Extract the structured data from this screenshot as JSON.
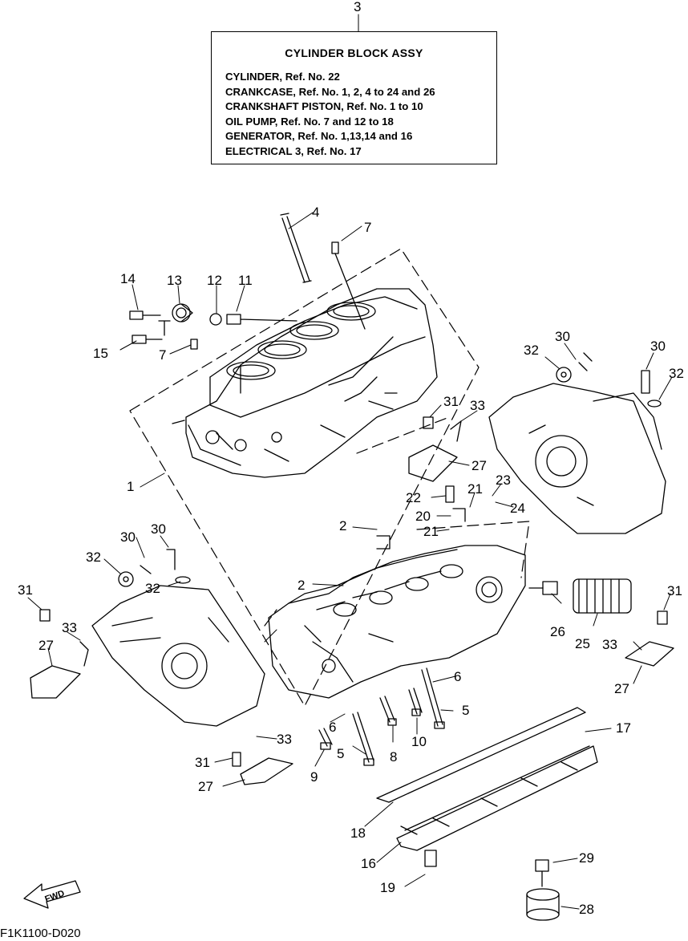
{
  "legend": {
    "title": "CYLINDER BLOCK ASSY",
    "lines": [
      "CYLINDER, Ref. No. 22",
      "CRANKCASE, Ref. No. 1, 2, 4 to 24 and 26",
      "CRANKSHAFT PISTON,  Ref. No. 1 to 10",
      "OIL PUMP, Ref. No. 7 and 12 to 18",
      "GENERATOR, Ref. No. 1,13,14 and 16",
      "ELECTRICAL 3, Ref. No. 17"
    ]
  },
  "diagram_code": "F1K1100-D020",
  "fwd_label": "FWD",
  "callouts": [
    "3",
    "4",
    "7",
    "14",
    "13",
    "12",
    "11",
    "15",
    "7",
    "30",
    "32",
    "30",
    "32",
    "31",
    "33",
    "27",
    "1",
    "22",
    "21",
    "23",
    "20",
    "24",
    "2",
    "21",
    "30",
    "30",
    "32",
    "32",
    "2",
    "31",
    "31",
    "33",
    "27",
    "26",
    "25",
    "33",
    "27",
    "6",
    "5",
    "6",
    "17",
    "33",
    "31",
    "27",
    "10",
    "8",
    "5",
    "9",
    "18",
    "16",
    "29",
    "19",
    "28"
  ]
}
